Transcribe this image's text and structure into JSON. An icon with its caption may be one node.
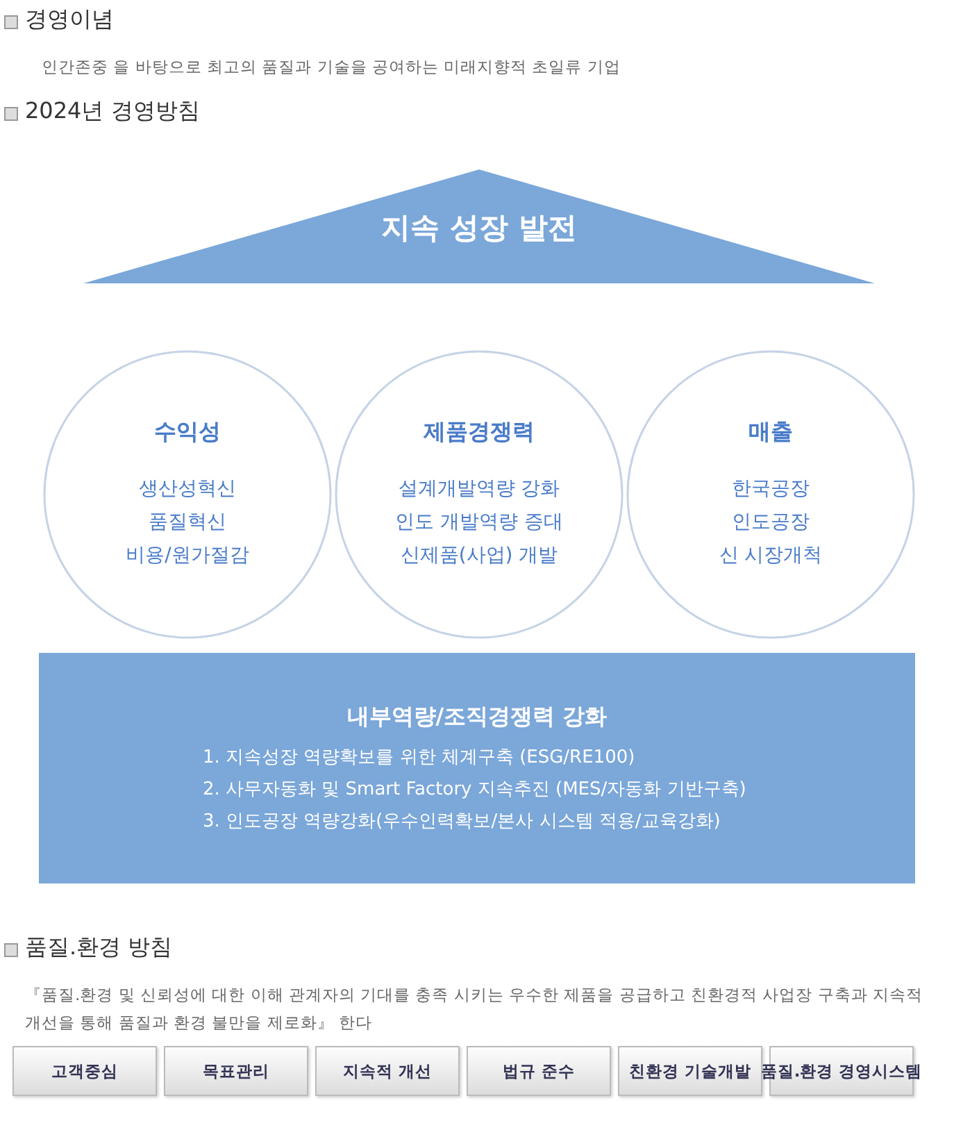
{
  "diagram": {
    "nodes": [
      {
        "text": [
          "지속 성장 발전"
        ]
      },
      {
        "text": [
          "수익성",
          "생산성혁신",
          "품질혁신",
          "비용/원가절감"
        ]
      },
      {
        "text": [
          "제품경쟁력",
          "설계개발역량 강화",
          "인도 개발역량 증대",
          "신제품(사업) 개발"
        ]
      },
      {
        "text": [
          "매출",
          "한국공장",
          "인도공장",
          "신 시장개척"
        ]
      },
      {
        "text": [
          "내부역량/조직경쟁력 강화",
          "1. 지속성장 역량확보를 위한 체계구축 (ESG/RE100)",
          "2. 사무자동화 및 Smart Factory 지속추진 (MES/자동화 기반구축)",
          "3. 인도공장 역량강화(우수인력확보/본사 시스템 적용/교육강화)"
        ]
      },
      {
        "text": [
          "고객중심"
        ]
      },
      {
        "text": [
          "목표관리"
        ]
      },
      {
        "text": [
          "지속적 개선"
        ]
      },
      {
        "text": [
          "법규 준수"
        ]
      },
      {
        "text": [
          "친환경 기술개발"
        ]
      },
      {
        "text": [
          "품질.환경 경영시스템"
        ]
      }
    ],
    "edges": [],
    "labels": [
      "경영이념",
      "인간존중 을 바탕으로 최고의 품질과 기술을 공여하는 미래지향적 초일류 기업",
      "2024년 경영방침",
      "품질.환경 방침",
      "『품질.환경 및 신뢰성에 대한 이해 관계자의 기대를 충족 시키는 우수한 제품을 공급하고 친환경적 사업장 구축과 지속적 개선을 통해 품질과 환경 불만을 제로화』 한다"
    ]
  }
}
